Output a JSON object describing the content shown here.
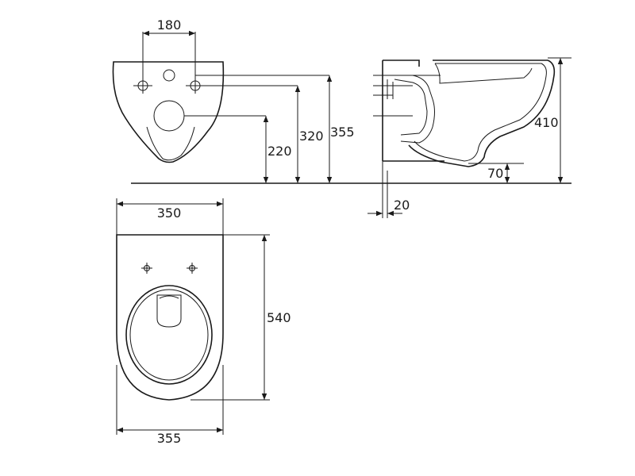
{
  "dimensions": {
    "bolt_spacing": "180",
    "height_220": "220",
    "height_320": "320",
    "height_355": "355",
    "total_height": "410",
    "bottom_offset": "70",
    "wall_offset": "20",
    "top_width": "350",
    "bottom_width": "355",
    "length": "540"
  }
}
